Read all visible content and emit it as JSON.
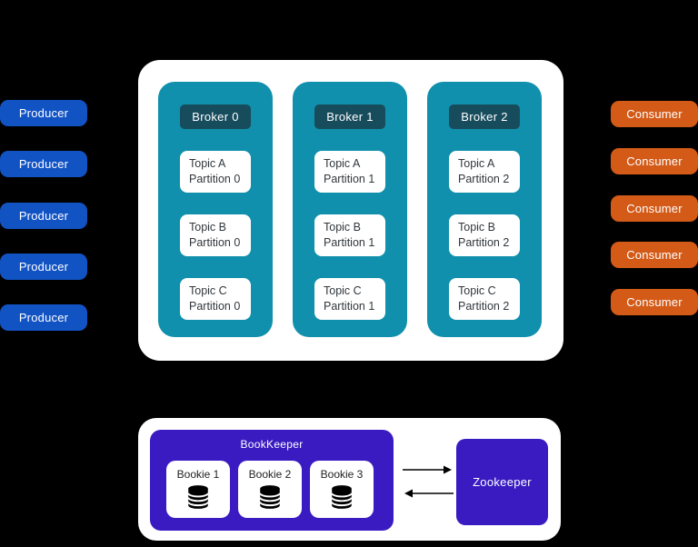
{
  "diagram": {
    "colors": {
      "background": "#000000",
      "panel": "#FFFFFF",
      "producer": "#1253C4",
      "consumer": "#D35A17",
      "broker_column": "#1090AC",
      "broker_header": "#174C5C",
      "partition_text": "#31373C",
      "storage_purple": "#3A1BC2",
      "arrow": "#000000",
      "box_text": "#222222"
    },
    "producers": {
      "label": "Producer",
      "count": 5
    },
    "consumers": {
      "label": "Consumer",
      "count": 5
    },
    "broker_cluster": {
      "brokers": [
        {
          "name": "Broker 0",
          "partitions": [
            {
              "topic": "Topic A",
              "partition": "Partition 0"
            },
            {
              "topic": "Topic B",
              "partition": "Partition 0"
            },
            {
              "topic": "Topic C",
              "partition": "Partition 0"
            }
          ]
        },
        {
          "name": "Broker 1",
          "partitions": [
            {
              "topic": "Topic A",
              "partition": "Partition 1"
            },
            {
              "topic": "Topic B",
              "partition": "Partition 1"
            },
            {
              "topic": "Topic C",
              "partition": "Partition 1"
            }
          ]
        },
        {
          "name": "Broker 2",
          "partitions": [
            {
              "topic": "Topic A",
              "partition": "Partition 2"
            },
            {
              "topic": "Topic B",
              "partition": "Partition 2"
            },
            {
              "topic": "Topic C",
              "partition": "Partition 2"
            }
          ]
        }
      ]
    },
    "bookkeeper": {
      "label": "BookKeeper",
      "bookies": [
        "Bookie 1",
        "Bookie 2",
        "Bookie 3"
      ]
    },
    "zookeeper": {
      "label": "Zookeeper"
    },
    "arrows": {
      "top_direction": "right",
      "bottom_direction": "left"
    }
  }
}
